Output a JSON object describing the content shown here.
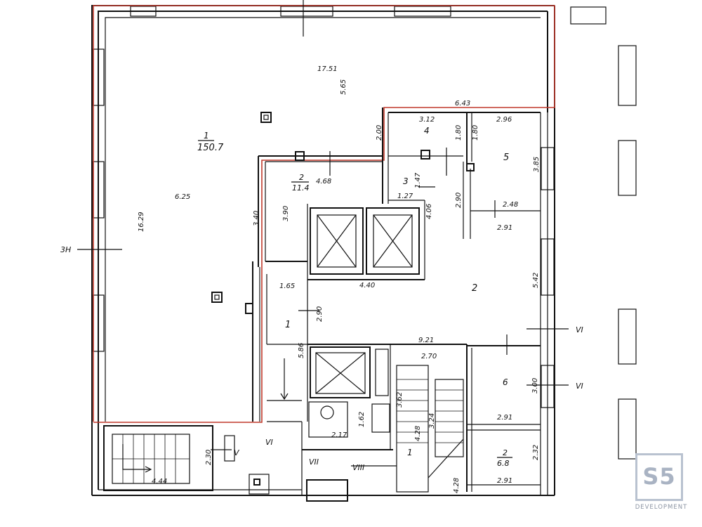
{
  "plan": {
    "rooms": [
      {
        "id": "1",
        "number": "1",
        "area": "150.7"
      },
      {
        "id": "2-office",
        "number": "2",
        "area": "11.4"
      },
      {
        "id": "2-hall",
        "number": "2"
      },
      {
        "id": "2-corner",
        "number": "2",
        "area": "6.8"
      },
      {
        "id": "3",
        "number": "3"
      },
      {
        "id": "4",
        "number": "4"
      },
      {
        "id": "5",
        "number": "5"
      },
      {
        "id": "6",
        "number": "6"
      },
      {
        "id": "1-vestibule",
        "number": "1"
      },
      {
        "id": "1-stair",
        "number": "1"
      }
    ],
    "dimensions": [
      "17.51",
      "5.65",
      "6.43",
      "2.00",
      "3.12",
      "1.80",
      "1.80",
      "2.96",
      "3.85",
      "6.25",
      "16.29",
      "4.68",
      "3.40",
      "3.90",
      "1.47",
      "1.27",
      "4.06",
      "2.90",
      "2.48",
      "2.91",
      "5.42",
      "1.65",
      "2.90",
      "4.40",
      "9.21",
      "2.70",
      "5.86",
      "3.62",
      "4.28",
      "3.24",
      "1.62",
      "2.17",
      "3.00",
      "2.91",
      "2.32",
      "2.91",
      "4.28",
      "2.30",
      "4.44"
    ],
    "section_labels": [
      "3Н",
      "VI",
      "VI",
      "VI",
      "V",
      "VII",
      "VIII"
    ]
  },
  "logo": {
    "text": "S5",
    "subtitle": "DEVELOPMENT"
  }
}
